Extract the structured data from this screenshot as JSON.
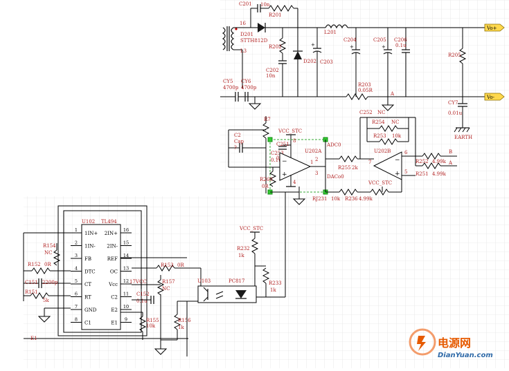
{
  "net_labels": {
    "vo_plus": "Vo+",
    "vo_minus": "Vo-",
    "vcc_stc_1": "VCC_STC",
    "vcc_stc_2": "VCC_STC",
    "vcc_stc_3": "VCC_STC",
    "adc0": "ADC0",
    "dac0": "DACo0",
    "earth": "EARTH",
    "pin_a": "A",
    "pin_b": "B",
    "vcc_17": "17VCC",
    "e1": "E1"
  },
  "top": {
    "c201": "C201",
    "c201_val": "10n",
    "r201": "R201",
    "d201": "D201",
    "d201_part": "STTH812D",
    "l1_pin": "16",
    "l3_pin": "L3",
    "l201": "L201",
    "r202": "R202",
    "c202": "C202",
    "c202_val": "10n",
    "d202": "D202",
    "c203": "C203",
    "c204": "C204",
    "c205": "C205",
    "c206": "C206",
    "c206_val": "0.1u",
    "r203": "R203",
    "r203_val": "0.05R",
    "r205": "R205",
    "cy5": "CY5",
    "cy5_val": "4700p",
    "cy6": "CY6",
    "cy6_val": "4700p",
    "cy7": "CY7",
    "cy7_val": "0.01u",
    "node_a": "A"
  },
  "mid": {
    "c2": "C2",
    "c2_val": "Cap",
    "c2_q": "?",
    "r7": "R7",
    "c251": "C251",
    "c251_val": "0.1u",
    "u202a": "U202A",
    "c253": "C253",
    "c253_val": "0.1u",
    "r260": "R260",
    "r260_val": "0R",
    "r231": "RJ231",
    "r231_val": "10k",
    "r236": "R236",
    "r236_val": "4.99k",
    "r255": "R255",
    "r255_val": "2k",
    "c252": "C252",
    "c252_nc": "NC",
    "r254": "R254",
    "r254_nc": "NC",
    "r253": "R253",
    "r253_val": "10k",
    "u202b": "U202B",
    "r252": "R252",
    "r252_val": "4.99k",
    "r251": "R251",
    "r251_val": "4.99k",
    "pin8": "8",
    "pin4": "4",
    "pin2": "2",
    "pin3": "3",
    "pin1": "1",
    "pin6": "6",
    "pin5": "5",
    "pin7": "7"
  },
  "ic": {
    "ref": "U102",
    "part": "TL494",
    "left_pins": [
      {
        "num": "1",
        "name": "1IN+"
      },
      {
        "num": "2",
        "name": "1IN-"
      },
      {
        "num": "3",
        "name": "FB"
      },
      {
        "num": "4",
        "name": "DTC"
      },
      {
        "num": "5",
        "name": "CT"
      },
      {
        "num": "6",
        "name": "RT"
      },
      {
        "num": "7",
        "name": "GND"
      },
      {
        "num": "8",
        "name": "C1"
      }
    ],
    "right_pins": [
      {
        "num": "16",
        "name": "2IN+"
      },
      {
        "num": "15",
        "name": "2IN-"
      },
      {
        "num": "14",
        "name": "REF"
      },
      {
        "num": "13",
        "name": "OC"
      },
      {
        "num": "12",
        "name": "Vcc"
      },
      {
        "num": "11",
        "name": "C2"
      },
      {
        "num": "10",
        "name": "E2"
      },
      {
        "num": "9",
        "name": "E1"
      }
    ]
  },
  "bottom": {
    "r154": "R154",
    "r154_nc": "NC",
    "r152": "R152",
    "r152_val": "0R",
    "c151": "C151",
    "c151_val": "2200p",
    "r151": "R151",
    "r151_val": "5k",
    "r153": "R153",
    "r153_val": "0R",
    "r157": "R157",
    "r157_nc": "NC",
    "c152": "C152",
    "c152_val": "0.1u",
    "r155": "R155",
    "r155_val": "10k",
    "r156": "R156",
    "r156_val": "1k",
    "u103": "U103",
    "pc817": "PC817",
    "r232": "R232",
    "r232_val": "1k",
    "r233": "R233",
    "r233_val": "1k"
  },
  "watermark": {
    "cn": "电源网",
    "en": "DianYuan.com"
  },
  "colors": {
    "label": "#b22222",
    "grid": "#d8d8d8",
    "net_flag": "#ffd84d",
    "node": "#33cc33",
    "logo": "#e65a00"
  }
}
